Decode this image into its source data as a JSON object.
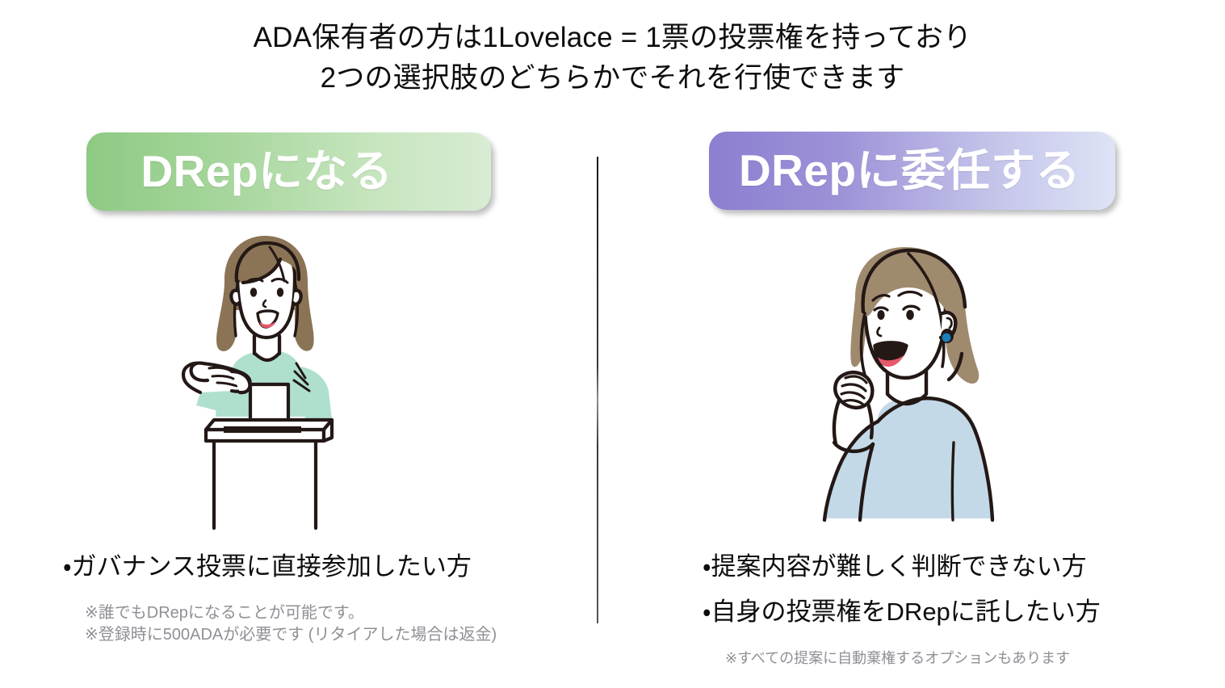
{
  "slide": {
    "headline_line1": "ADA保有者の方は1Lovelace = 1票の投票権を持っており",
    "headline_line2": "2つの選択肢のどちらかでそれを行使できます"
  },
  "colors": {
    "green_banner_start": "#8ECA83",
    "green_banner_end": "#D8ECD3",
    "purple_banner_start": "#8B7FD0",
    "purple_banner_end": "#DEE3F6",
    "banner_text": "#FFFFFF",
    "body_text": "#0D0D0D",
    "note_text": "#8F8F96",
    "divider": "#3A3A3A",
    "hair_left": "#8B7355",
    "shirt_left": "#AEE0CD",
    "hair_right": "#A08A6E",
    "shirt_right": "#C3D9E8",
    "earring": "#1B7FB8",
    "lips": "#E8596B",
    "outline": "#231815"
  },
  "options": [
    {
      "id": "become-drep",
      "banner_label": "DRepになる",
      "illustration": "woman-casting-ballot",
      "bullets": [
        "・ガバナンス投票に直接参加したい方"
      ],
      "notes": [
        "※誰でもDRepになることが可能です。",
        "※登録時に500ADAが必要です (リタイアした場合は返金)"
      ]
    },
    {
      "id": "delegate-to-drep",
      "banner_label": "DRepに委任する",
      "illustration": "woman-thinking",
      "bullets": [
        "・提案内容が難しく判断できない方",
        "・自身の投票権をDRepに託したい方"
      ],
      "notes": [
        "※すべての提案に自動棄権するオプションもあります"
      ]
    }
  ]
}
